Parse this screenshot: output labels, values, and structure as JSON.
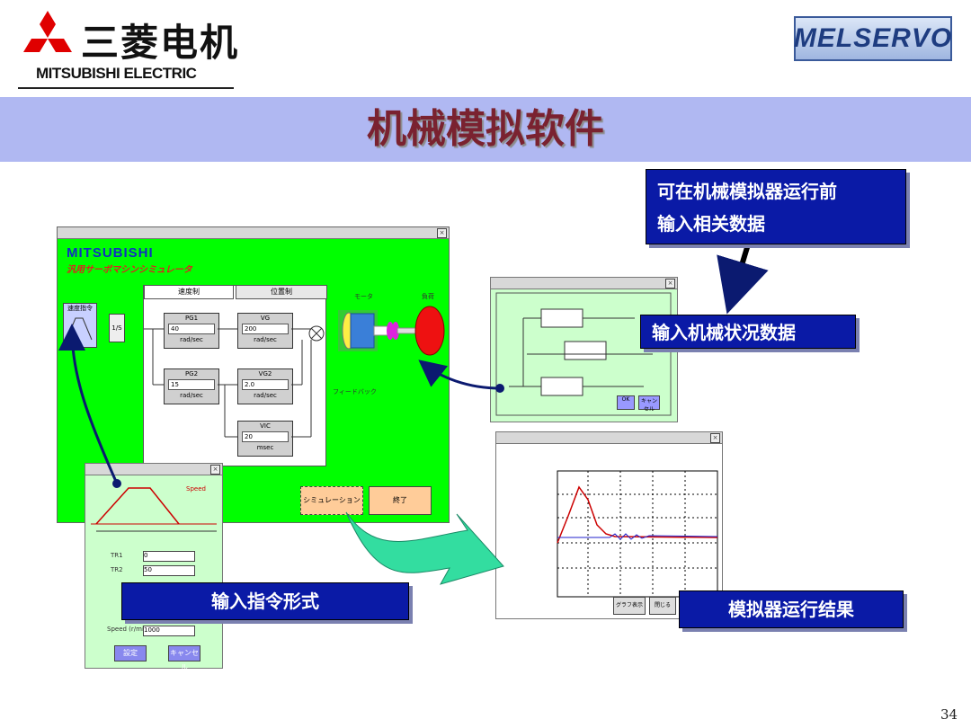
{
  "header": {
    "logo_cn": "三菱电机",
    "logo_en": "MITSUBISHI ELECTRIC",
    "brand_badge": "MELSERVO"
  },
  "slide": {
    "title": "机械模拟软件",
    "page_number": "34"
  },
  "callouts": {
    "top_line1": "可在机械模拟器运行前",
    "top_line2": "输入相关数据",
    "machine": "输入机械状况数据",
    "command": "输入指令形式",
    "result": "模拟器运行结果"
  },
  "main_window": {
    "brand": "MITSUBISHI",
    "brand_sub": "汎用サーボマシンシミュレータ",
    "tabs": [
      "速度制",
      "位置制"
    ],
    "speed_cmd_label": "速度指令",
    "integrator": "1/S",
    "blocks": [
      {
        "head": "PG1",
        "value": "40",
        "unit": "rad/sec"
      },
      {
        "head": "VG",
        "value": "200",
        "unit": "rad/sec"
      },
      {
        "head": "PG2",
        "value": "15",
        "unit": "rad/sec"
      },
      {
        "head": "VG2",
        "value": "2.0",
        "unit": "rad/sec"
      },
      {
        "head": "VIC",
        "value": "20",
        "unit": "msec"
      }
    ],
    "motor_label": "モータ",
    "load_label": "負荷",
    "feedback_label": "フィードバック",
    "buttons": [
      "シミュレーション",
      "終了"
    ]
  },
  "command_window": {
    "speed_label": "Speed",
    "fields": [
      {
        "label": "TR1",
        "value": "0"
      },
      {
        "label": "TR2",
        "value": "50"
      }
    ],
    "speed_field": {
      "label": "Speed (r/min)",
      "value": "1000"
    },
    "buttons": [
      "設定",
      "キャンセル"
    ]
  },
  "machine_window": {
    "buttons": [
      "OK",
      "キャンセル"
    ]
  },
  "result_window": {
    "buttons": [
      "グラフ表示",
      "閉じる"
    ]
  },
  "colors": {
    "title_band": "#b0b8f2",
    "callout_bg": "#0a1aa6",
    "main_window_bg": "#00ff00",
    "arrow": "#0b1a70"
  }
}
